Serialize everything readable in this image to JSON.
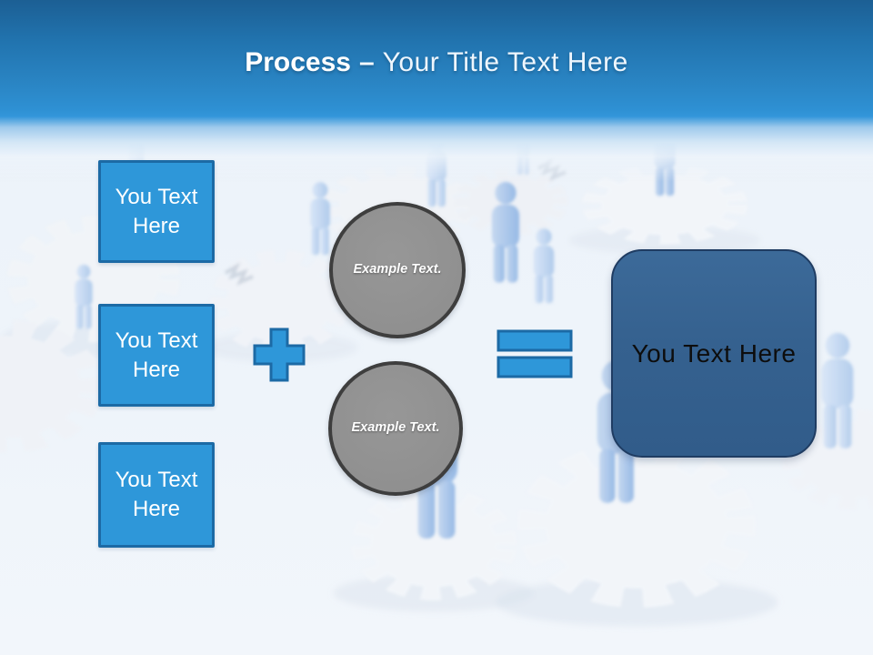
{
  "title": {
    "bold": "Process",
    "dash": "–",
    "regular": "Your Title Text Here"
  },
  "left_boxes": [
    {
      "label": "You Text Here"
    },
    {
      "label": "You Text Here"
    },
    {
      "label": "You Text Here"
    }
  ],
  "circles": [
    {
      "label": "Example Text."
    },
    {
      "label": "Example Text."
    }
  ],
  "result_box": {
    "label": "You Text Here"
  },
  "colors": {
    "accent_blue": "#2e97d9",
    "accent_blue_border": "#1c6aa5",
    "header_top": "#1c5f94",
    "header_bright": "#3396da",
    "circle_gray": "#929292",
    "circle_border": "#3e3e3e",
    "result_fill": "#35618f",
    "result_border": "#1f3c62",
    "background": "#eef4fa"
  }
}
